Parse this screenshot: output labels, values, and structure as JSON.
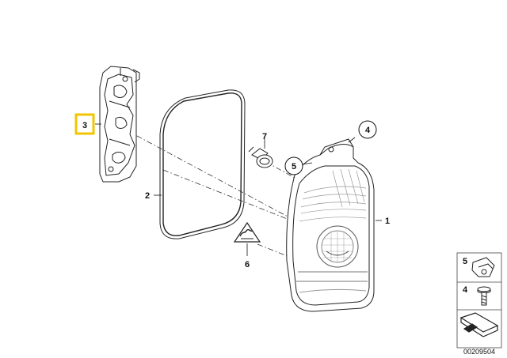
{
  "diagram": {
    "drawing_number": "00209504",
    "highlight_color": "#f2c500",
    "callouts": [
      {
        "id": "1",
        "part": "tail-light-housing"
      },
      {
        "id": "2",
        "part": "gasket"
      },
      {
        "id": "3",
        "part": "bulb-carrier",
        "highlighted": true
      },
      {
        "id": "4",
        "part": "screw",
        "circled": true
      },
      {
        "id": "5",
        "part": "clip-nut",
        "circled": true
      },
      {
        "id": "6",
        "part": "warning-label"
      },
      {
        "id": "7",
        "part": "bulb"
      }
    ],
    "legend": [
      {
        "id": "5",
        "icon": "clip-nut-icon"
      },
      {
        "id": "4",
        "icon": "screw-icon"
      },
      {
        "id": "",
        "icon": "parts-set-icon"
      }
    ]
  }
}
